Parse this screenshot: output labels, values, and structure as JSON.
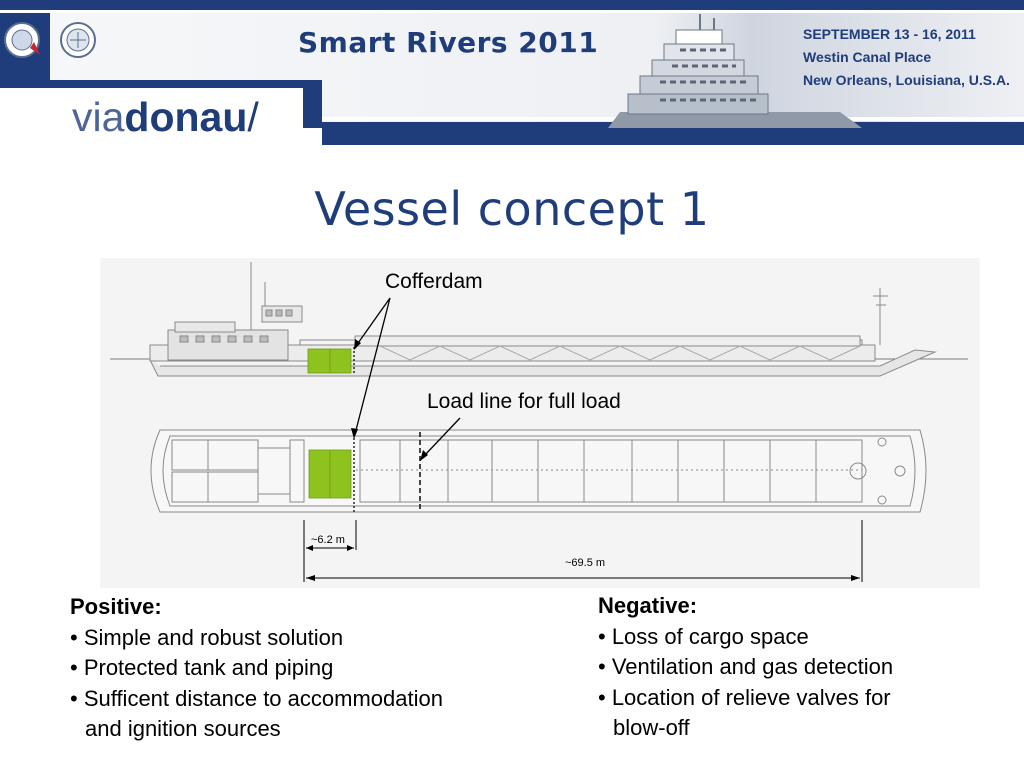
{
  "header": {
    "brand_via": "via",
    "brand_donau": "donau",
    "event_title": "Smart Rivers 2011",
    "event_date": "SEPTEMBER 13 - 16, 2011",
    "event_venue": "Westin Canal Place",
    "event_city": "New Orleans, Louisiana, U.S.A."
  },
  "slide": {
    "title": "Vessel concept 1",
    "drawing": {
      "cofferdam_label": "Cofferdam",
      "load_line_label": "Load line for full load",
      "dim_short": "~6.2 m",
      "dim_long": "~69.5 m"
    },
    "positive": {
      "heading": "Positive:",
      "items": [
        "• Simple and robust solution",
        "• Protected tank and piping",
        "• Sufficent distance to accommodation"
      ],
      "continuation": "and ignition sources"
    },
    "negative": {
      "heading": "Negative:",
      "items": [
        "• Loss of cargo space",
        "• Ventilation and gas detection",
        "• Location of relieve valves for"
      ],
      "continuation": "blow-off"
    }
  },
  "colors": {
    "navy": "#1f3d7a",
    "accent_green": "#8dc21f"
  }
}
